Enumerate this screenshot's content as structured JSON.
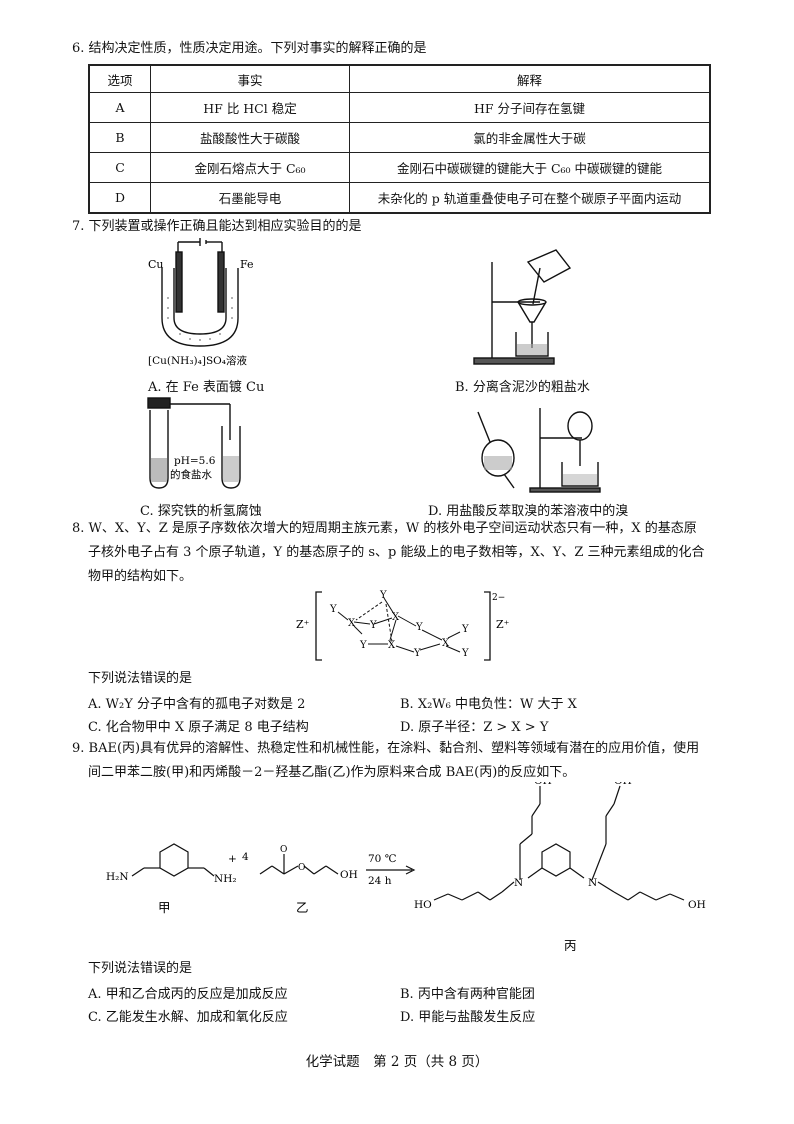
{
  "q6": {
    "stem": "6. 结构决定性质，性质决定用途。下列对事实的解释正确的是",
    "headers": [
      "选项",
      "事实",
      "解释"
    ],
    "rows": [
      {
        "opt": "A",
        "fact": "HF 比 HCl 稳定",
        "expl": "HF 分子间存在氢键"
      },
      {
        "opt": "B",
        "fact": "盐酸酸性大于碳酸",
        "expl": "氯的非金属性大于碳"
      },
      {
        "opt": "C",
        "fact": "金刚石熔点大于 C₆₀",
        "expl": "金刚石中碳碳键的键能大于 C₆₀ 中碳碳键的键能"
      },
      {
        "opt": "D",
        "fact": "石墨能导电",
        "expl": "未杂化的 p 轨道重叠使电子可在整个碳原子平面内运动"
      }
    ]
  },
  "q7": {
    "stem": "7. 下列装置或操作正确且能达到相应实验目的的是",
    "fig_a": {
      "left_label": "Cu",
      "right_label": "Fe",
      "solution": "[Cu(NH₃)₄]SO₄溶液",
      "caption": "A. 在 Fe 表面镀 Cu"
    },
    "fig_b": {
      "caption": "B. 分离含泥沙的粗盐水"
    },
    "fig_c": {
      "label_line1": "pH=5.6",
      "label_line2": "的食盐水",
      "caption": "C. 探究铁的析氢腐蚀"
    },
    "fig_d": {
      "caption": "D. 用盐酸反萃取溴的苯溶液中的溴"
    }
  },
  "q8": {
    "line1": "8. W、X、Y、Z 是原子序数依次增大的短周期主族元素，W 的核外电子空间运动状态只有一种，X 的基态原",
    "line2": "子核外电子占有 3 个原子轨道，Y 的基态原子的 s、p 能级上的电子数相等，X、Y、Z 三种元素组成的化合",
    "line3": "物甲的结构如下。",
    "struct": {
      "cation_left": "Z⁺",
      "cation_right": "Z⁺",
      "charge": "2−"
    },
    "prompt": "下列说法错误的是",
    "options": {
      "A": "A. W₂Y 分子中含有的孤电子对数是 2",
      "B": "B. X₂W₆ 中电负性：W 大于 X",
      "C": "C. 化合物甲中 X 原子满足 8 电子结构",
      "D": "D. 原子半径：Z > X > Y"
    }
  },
  "q9": {
    "line1": "9. BAE(丙)具有优异的溶解性、热稳定性和机械性能，在涂料、黏合剂、塑料等领域有潜在的应用价值，使用",
    "line2": "间二甲苯二胺(甲)和丙烯酸－2－羟基乙酯(乙)作为原料来合成 BAE(丙)的反应如下。",
    "reaction": {
      "reagent_a": "H₂N",
      "reagent_a2": "NH₂",
      "plus": "+",
      "coef": "4",
      "condition_top": "70 ℃",
      "condition_bottom": "24 h",
      "label_a": "甲",
      "label_b": "乙",
      "label_c": "丙",
      "oh": "OH",
      "ho": "HO",
      "n": "N"
    },
    "prompt": "下列说法错误的是",
    "options": {
      "A": "A. 甲和乙合成丙的反应是加成反应",
      "B": "B. 丙中含有两种官能团",
      "C": "C. 乙能发生水解、加成和氧化反应",
      "D": "D. 甲能与盐酸发生反应"
    }
  },
  "footer": "化学试题　第 2 页（共 8 页）"
}
